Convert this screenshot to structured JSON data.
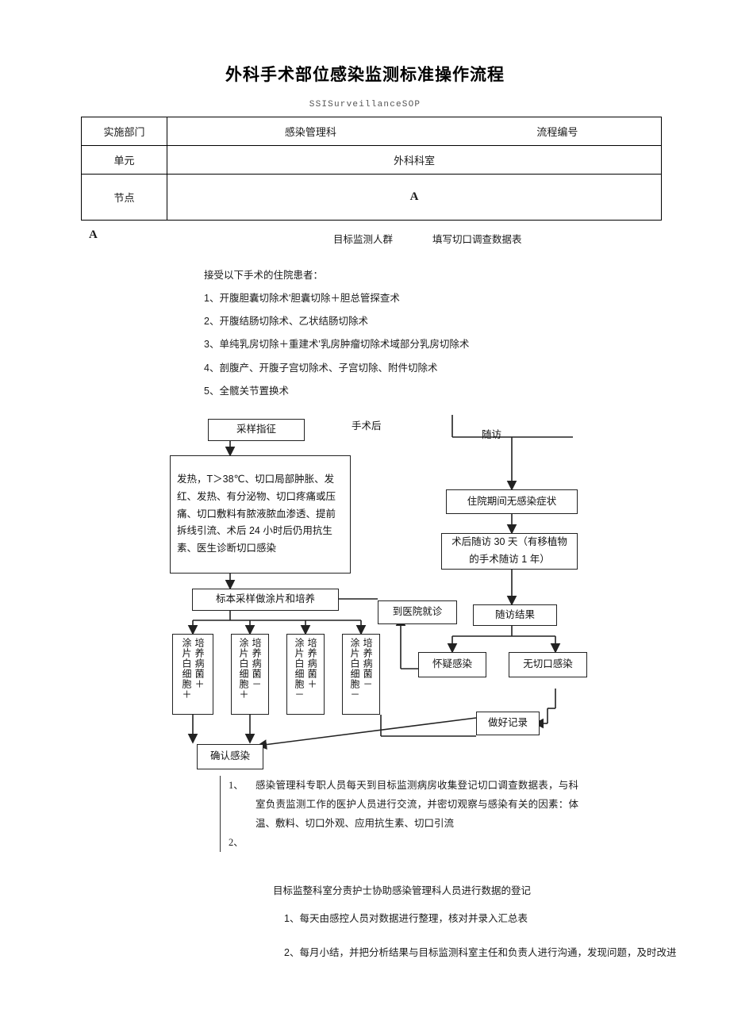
{
  "document": {
    "title": "外科手术部位感染监测标准操作流程",
    "subtitle": "SSISurveillanceSOP"
  },
  "header_table": {
    "rows": [
      {
        "label": "实施部门",
        "value_left": "感染管理科",
        "value_right": "流程编号"
      },
      {
        "label": "单元",
        "value": "外科科室"
      },
      {
        "label": "节点",
        "value": "A"
      }
    ]
  },
  "sub_header": {
    "node_marker": "A",
    "label_population": "目标监测人群",
    "label_form": "填写切口调查数据表"
  },
  "surgery_list": {
    "intro": "接受以下手术的住院患者：",
    "items": [
      "1、开腹胆囊切除术'胆囊切除＋胆总管探查术",
      "2、开腹结肠切除术、乙状结肠切除术",
      "3、单纯乳房切除＋重建术'乳房肿瘤切除术域部分乳房切除术",
      "4、剖腹产、开腹子宫切除术、子宫切除、附件切除术",
      "5、全髋关节置换术"
    ]
  },
  "flowchart": {
    "labels": {
      "post_op": "手术后",
      "follow_up": "随访"
    },
    "boxes": {
      "sampling_indication": "采样指征",
      "symptoms": "发热，T＞38℃、切口局部肿胀、发红、发热、有分泌物、切口疼痛或压痛、切口敷料有脓液脓血渗透、提前拆线引流、术后 24 小时后仍用抗生素、医生诊断切口感染",
      "specimen_sampling": "标本采样做涂片和培养",
      "visit_hospital": "到医院就诊",
      "no_symptoms_inpatient": "住院期间无感染症状",
      "follow_up_period": "术后随访 30 天（有移植物的手术随访 1 年）",
      "follow_up_result": "随访结果",
      "suspected_infection": "怀疑感染",
      "no_incision_infection": "无切口感染",
      "keep_records": "做好记录",
      "confirm_infection": "确认感染"
    },
    "result_boxes": [
      {
        "culture": "培养病菌＋",
        "smear": "涂片白细胞＋"
      },
      {
        "culture": "培养病菌－",
        "smear": "涂片白细胞＋"
      },
      {
        "culture": "培养病菌＋",
        "smear": "涂片白细胞－"
      },
      {
        "culture": "培养病菌－",
        "smear": "涂片白细胞－"
      }
    ]
  },
  "procedures": {
    "items": [
      {
        "num": "1、",
        "text": "感染管理科专职人员每天到目标监测病房收集登记切口调查数据表，与科室负责监测工作的医护人员进行交流，并密切观察与感染有关的因素：体温、敷料、切口外观、应用抗生素、切口引流"
      },
      {
        "num": "2、",
        "text": ""
      }
    ]
  },
  "tail_notes": {
    "intro": "目标监整科室分责护士协助感染管理科人员进行数据的登记",
    "items": [
      "1、每天由感控人员对数据进行整理，核对并录入汇总表",
      "2、每月小结，并把分析结果与目标监测科室主任和负责人进行沟通，发现问题，及时改进"
    ]
  }
}
